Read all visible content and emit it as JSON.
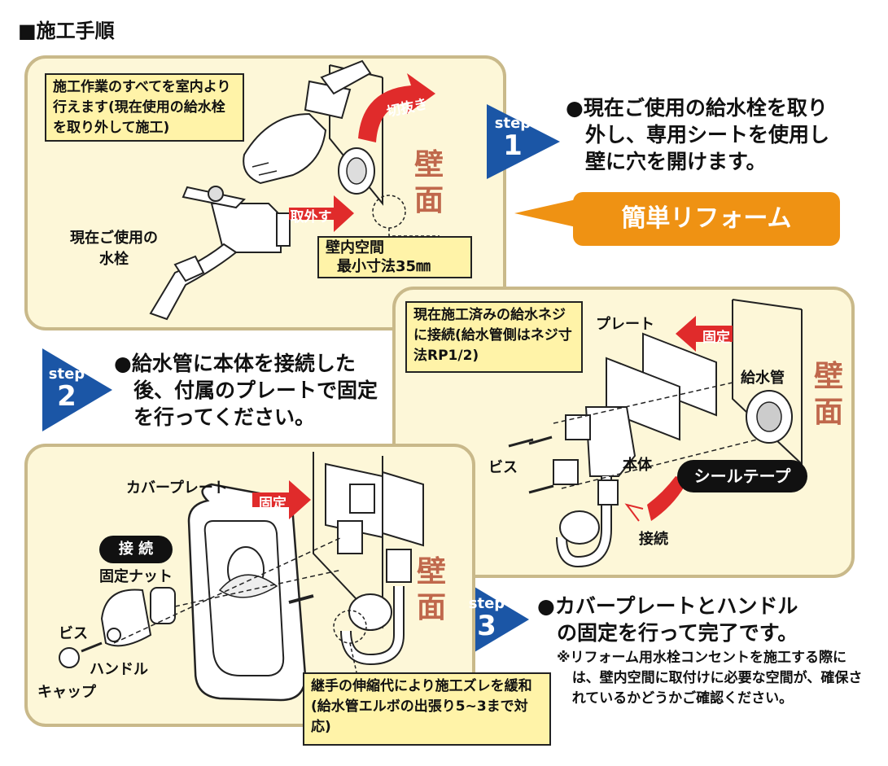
{
  "title": "■施工手順",
  "step_word": "step",
  "step1": {
    "number": "1",
    "note": "施工作業のすべてを室内より行えます(現在使用の給水栓を取り外して施工)",
    "cut_label": "切抜き",
    "remove_label": "取外す",
    "faucet_label": "現在ご使用の水栓",
    "gap_label_line1": "壁内空間",
    "gap_label_line2": "最小寸法35㎜",
    "wall_label": "壁面",
    "instruction_line1": "●現在ご使用の給水栓を取り",
    "instruction_line2": "外し、専用シートを使用し",
    "instruction_line3": "壁に穴を開けます。",
    "banner": "簡単リフォーム"
  },
  "step2": {
    "number": "2",
    "instruction_line1": "●給水管に本体を接続した",
    "instruction_line2": "後、付属のプレートで固定",
    "instruction_line3": "を行ってください。",
    "note": "現在施工済みの給水ネジに接続(給水管側はネジ寸法RP1/2)",
    "plate_label": "プレート",
    "fix_label": "固定",
    "pipe_label": "給水管",
    "wall_label": "壁面",
    "screw_label": "ビス",
    "body_label": "本体",
    "seal_label": "シールテープ",
    "connect_label": "接続"
  },
  "step3": {
    "number": "3",
    "cover_label": "カバープレート",
    "fix_label": "固定",
    "connect_badge": "接 続",
    "nut_label": "固定ナット",
    "screw_label": "ビス",
    "handle_label": "ハンドル",
    "cap_label": "キャップ",
    "wall_label": "壁面",
    "note": "継手の伸縮代により施工ズレを緩和(給水管エルボの出張り5~3まで対応)",
    "instruction_line1": "●カバープレートとハンドル",
    "instruction_line2": "の固定を行って完了です。",
    "footnote": "※リフォーム用水栓コンセントを施工する際には、壁内空間に取付けに必要な空間が、確保されているかどうかご確認ください。"
  },
  "colors": {
    "panel_bg": "#fdf7d8",
    "panel_border": "#c9b98a",
    "note_bg": "#fff3a8",
    "step_blue": "#1b56a6",
    "accent_red": "#e02b2b",
    "banner_orange": "#ef9213",
    "wall_text": "#c0684c"
  }
}
